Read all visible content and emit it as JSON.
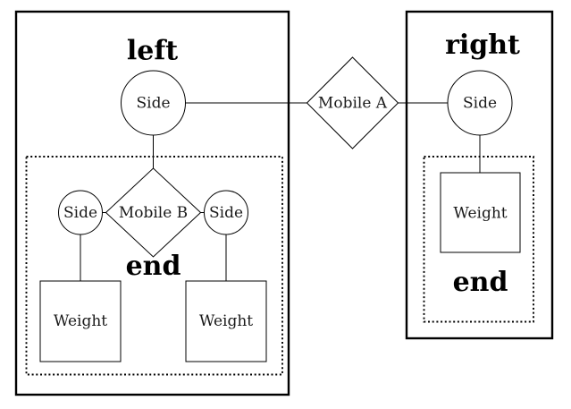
{
  "diagram": {
    "left_panel": {
      "title": "left",
      "top_side": "Side",
      "end_group": {
        "left_side": "Side",
        "mobile_b": "Mobile B",
        "right_side": "Side",
        "end_label": "end",
        "left_weight": "Weight",
        "right_weight": "Weight"
      }
    },
    "connector": {
      "mobile_a": "Mobile A"
    },
    "right_panel": {
      "title": "right",
      "side": "Side",
      "end_group": {
        "weight": "Weight",
        "end_label": "end"
      }
    },
    "colors": {
      "background": "#ffffff",
      "stroke": "#000000",
      "text": "#1a1a1a"
    }
  }
}
